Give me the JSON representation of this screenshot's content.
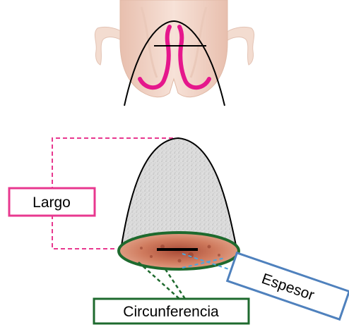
{
  "labels": {
    "length": "Largo",
    "thickness": "Espesor",
    "circumference": "Circunferencia"
  },
  "colors": {
    "length": "#e8388f",
    "thickness_box": "#4f81bd",
    "thickness_line": "#4da6dc",
    "circumference": "#1e6a2e",
    "anatomy_outline": "#000000",
    "anatomy_skin": "#f4d7c8",
    "cervix_fill": "#d4d4d4",
    "cervix_base": "#c66a4e"
  }
}
